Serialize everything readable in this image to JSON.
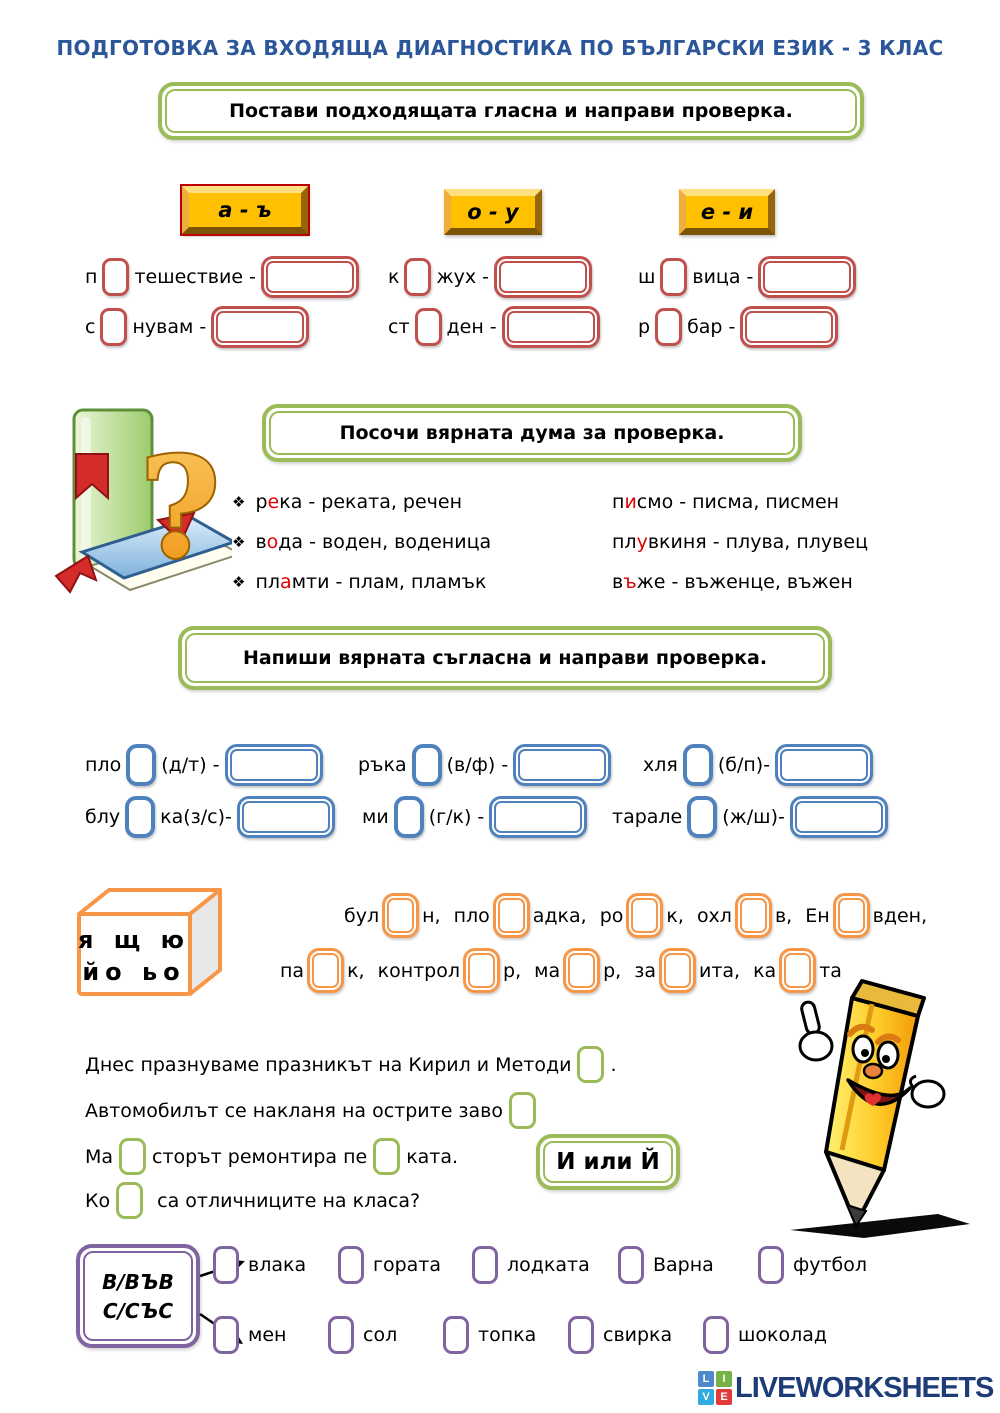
{
  "colors": {
    "title_blue": "#2B579A",
    "frame_green": "#9BBB59",
    "box_red": "#C0504D",
    "box_blue": "#4F81BD",
    "box_orange": "#F79646",
    "box_purple": "#8064A2",
    "button_gold": "#FFC000",
    "red_letter": "#E00000",
    "logo_navy": "#1E3C78"
  },
  "header": {
    "title": "ПОДГОТОВКА ЗА ВХОДЯЩА ДИАГНОСТИКА ПО БЪЛГАРСКИ ЕЗИК - 3 КЛАС"
  },
  "vowel_task": {
    "instruction": "Постави подходящата гласна и направи проверка.",
    "pairs": [
      {
        "label": "а - ъ"
      },
      {
        "label": "о - у"
      },
      {
        "label": "е - и"
      }
    ],
    "items": [
      {
        "pre": "п",
        "post": "тешествие -"
      },
      {
        "pre": "к",
        "post": "жух -"
      },
      {
        "pre": "ш",
        "post": "вица -"
      },
      {
        "pre": "с",
        "post": "нувам -"
      },
      {
        "pre": "ст",
        "post": "ден -"
      },
      {
        "pre": "р",
        "post": "бар -"
      }
    ]
  },
  "check_task": {
    "instruction": "Посочи вярната дума за проверка.",
    "bullet": "❖",
    "left": [
      {
        "pre": "р",
        "red": "е",
        "post": "ка - реката, речен"
      },
      {
        "pre": "в",
        "red": "о",
        "post": "да - воден, воденица"
      },
      {
        "pre": "пл",
        "red": "а",
        "post": "мти - плам, пламък"
      }
    ],
    "right": [
      {
        "pre": "п",
        "red": "и",
        "post": "смо - писма, писмен"
      },
      {
        "pre": "пл",
        "red": "у",
        "post": "вкиня - плува, плувец"
      },
      {
        "pre": "в",
        "red": "ъ",
        "post": "же - въженце, въжен"
      }
    ]
  },
  "consonant_task": {
    "instruction": "Напиши вярната съгласна и направи проверка.",
    "items": [
      {
        "pre": "пло",
        "post": "(д/т) -"
      },
      {
        "pre": "ръка",
        "post": "(в/ф) -"
      },
      {
        "pre": "хля",
        "post": "(б/п)-"
      },
      {
        "pre": "блу",
        "post": "ка(з/с)-"
      },
      {
        "pre": "ми",
        "post": "(г/к) -"
      },
      {
        "pre": "тарале",
        "post": "(ж/ш)-"
      }
    ]
  },
  "cube": {
    "line1": "я щ ю",
    "line2": "йо ьо"
  },
  "special_task": {
    "row1": [
      {
        "pre": "бул",
        "post": "н,"
      },
      {
        "pre": "пло",
        "post": "адка,"
      },
      {
        "pre": "ро",
        "post": "к,"
      },
      {
        "pre": "охл",
        "post": "в,"
      },
      {
        "pre": "Ен",
        "post": "вден,"
      }
    ],
    "row2": [
      {
        "pre": "па",
        "post": "к,"
      },
      {
        "pre": "контрол",
        "post": "р,"
      },
      {
        "pre": "ма",
        "post": "р,"
      },
      {
        "pre": "за",
        "post": "ита,"
      },
      {
        "pre": "ка",
        "post": "та"
      }
    ]
  },
  "ij_task": {
    "badge": "И или Й",
    "s1_text": "Днес празнуваме празникът на Кирил и Методи",
    "s1_after": ".",
    "s2_text": "Автомобилът се накланя на острите заво",
    "s3_pre": "Ма",
    "s3_mid": "сторът  ремонтира  пе",
    "s3_post": "ката.",
    "s4_pre": "Ко",
    "s4_post": "са  отличниците на класа?"
  },
  "prep_task": {
    "line1": "В/ВЪВ",
    "line2": "С/СЪС",
    "row1": [
      "влака",
      "гората",
      "лодката",
      "Варна",
      "футбол"
    ],
    "row2": [
      "мен",
      "сол",
      "топка",
      "свирка",
      "шоколад"
    ]
  },
  "footer": {
    "logo_letters": [
      "L",
      "I",
      "V",
      "E"
    ],
    "logo_text": "LIVEWORKSHEETS"
  }
}
